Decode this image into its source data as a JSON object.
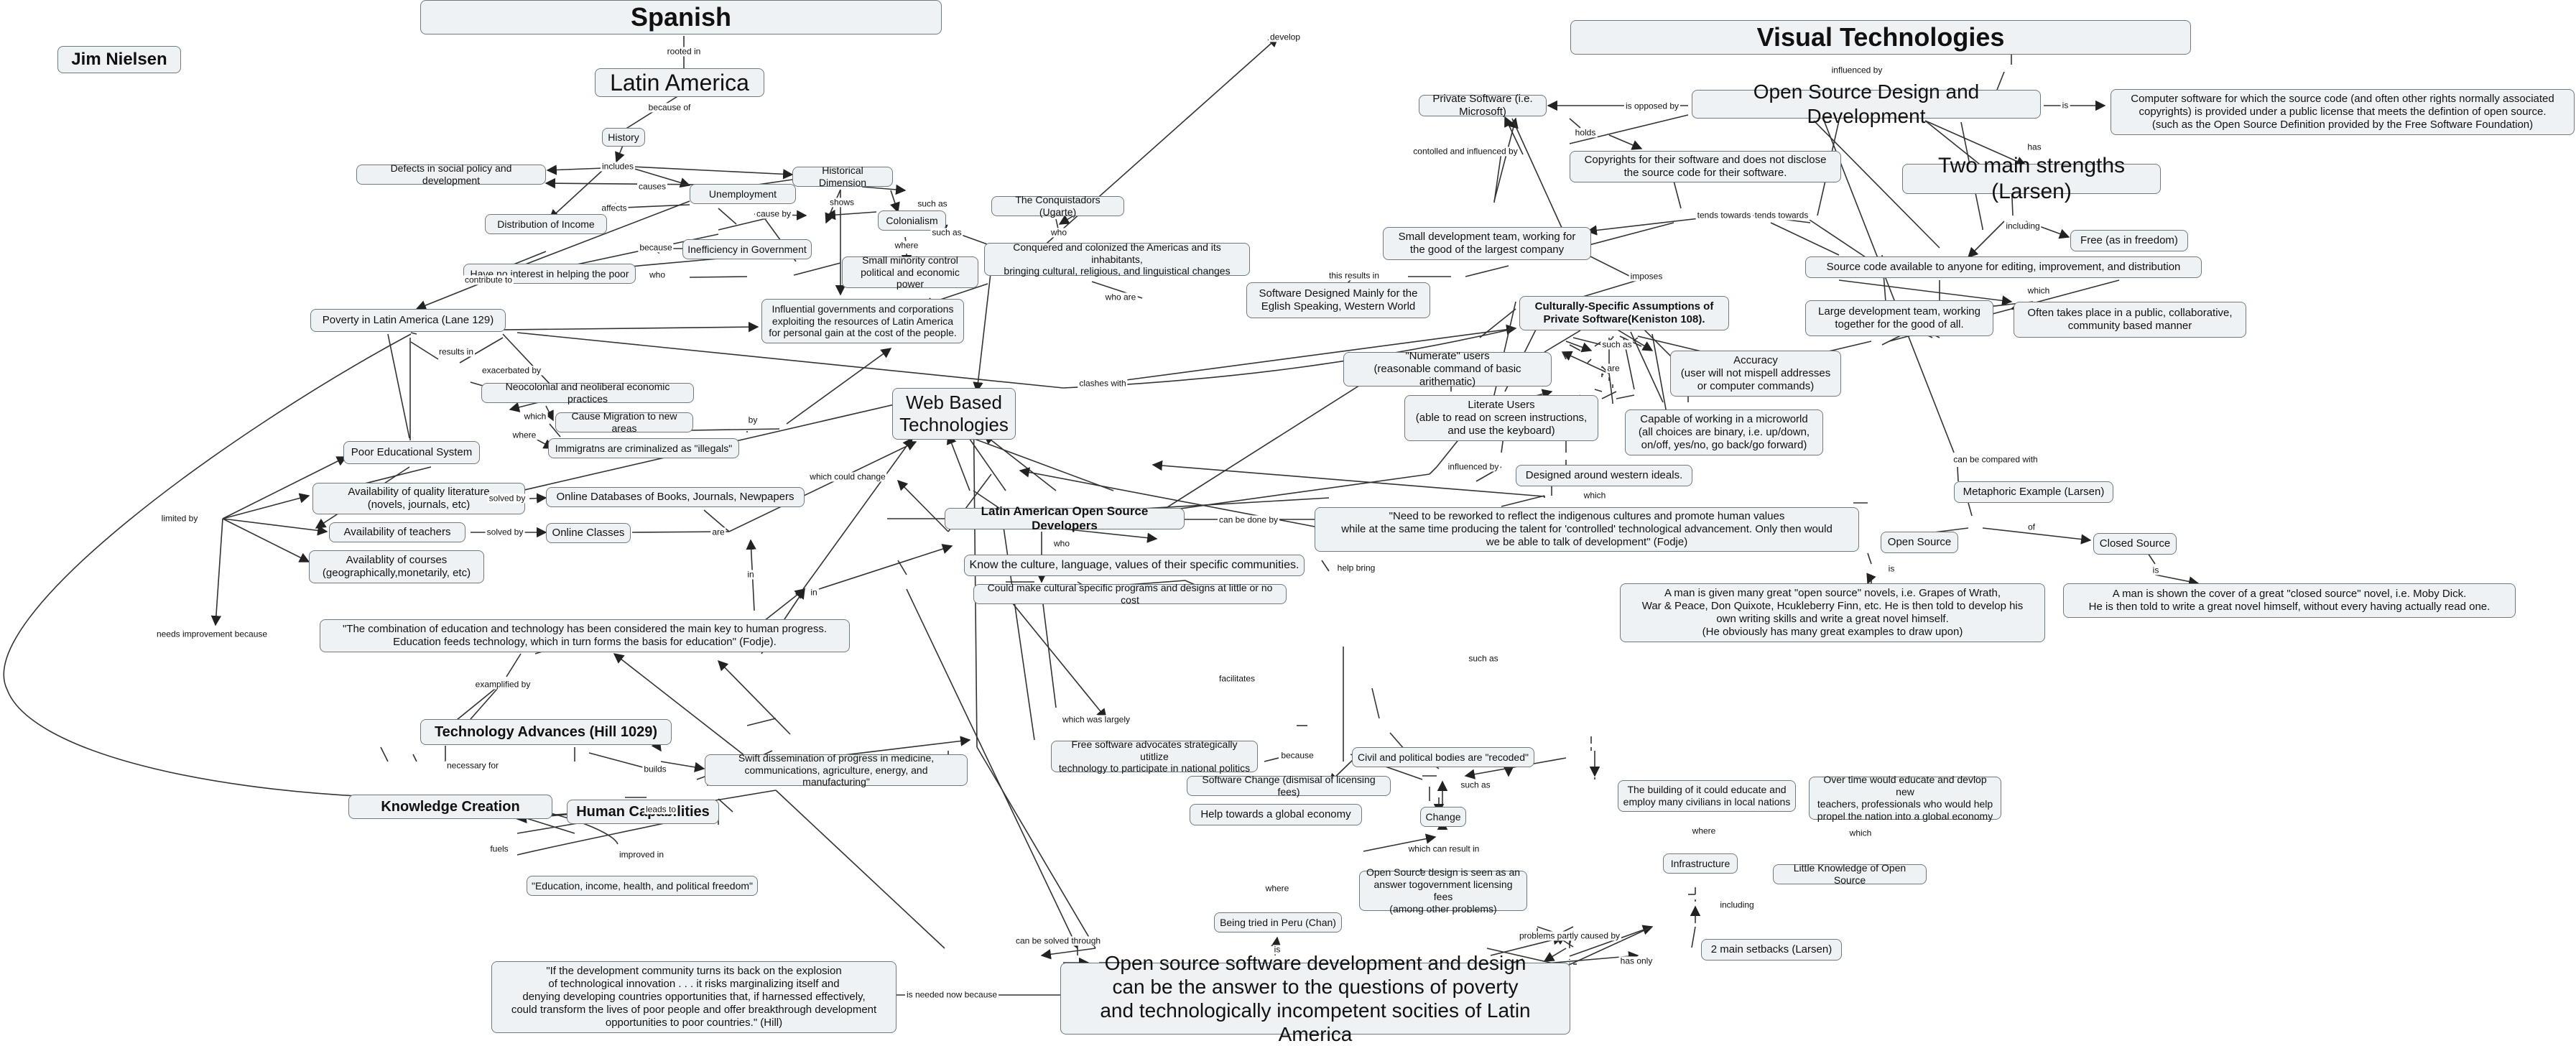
{
  "author": "Jim Nielsen",
  "nodes": {
    "spanish": "Spanish",
    "latin_america": "Latin America",
    "history": "History",
    "defects": "Defects in social policy and development",
    "distribution": "Distribution of Income",
    "unemployment": "Unemployment",
    "historical_dimension": "Historical Dimension",
    "conquistadors": "The Conquistadors (Ugarte)",
    "colonialism": "Colonialism",
    "inefficiency": "Inefficiency in Government",
    "no_interest": "Have no interest in helping the poor",
    "minority": "Small minority control\npolitical and economic power",
    "conquered": "Conquered and colonized the Americas and its inhabitants,\nbringing cultural, religious, and linguistical changes",
    "influential": "Influential governments and corporations\nexploiting the resources of Latin America\nfor personal gain at the cost of the people.",
    "poverty": "Poverty in Latin America (Lane 129)",
    "neocolonial": "Neocolonial and neoliberal economic practices",
    "migration": "Cause Migration to new areas",
    "immigrants": "Immigratns are criminalized as \"illegals\"",
    "poor_education": "Poor Educational System",
    "literature": "Availability of quality literature\n(novels, journals, etc)",
    "teachers": "Availability of  teachers",
    "courses": "Availablity of courses\n(geographically,monetarily, etc)",
    "online_db": "Online Databases of Books, Journals, Newpapers",
    "online_classes": "Online Classes",
    "web_based": "Web Based\nTechnologies",
    "combination": "\"The combination of education and technology has been considered the main key to human progress.\nEducation feeds technology, which in turn forms the basis for education\" (Fodje).",
    "tech_advances": "Technology Advances (Hill 1029)",
    "knowledge": "Knowledge Creation",
    "human_cap": "Human Capabilities",
    "swift": "Swift dissemination of progress in medicine,\ncommunications, agriculture, energy, and manufacturing\"",
    "education_income": "\"Education, income, health, and political freedom\"",
    "hill_quote": "\"If the development community turns its back on the explosion\nof technological innovation . . . it risks marginalizing itself and\ndenying developing countries opportunities that, if harnessed effectively,\ncould transform the lives of poor people and offer breakthrough development\nopportunities to poor countries.\" (Hill)",
    "open_source_answer": "Open source software development and design\ncan be the answer to the questions of poverty\nand technologically incompetent socities of Latin America",
    "visual_tech": "Visual Technologies",
    "osdd": "Open Source Design and Development",
    "private_sw": "Private Software (i.e. Microsoft)",
    "copyrights": "Copyrights for their software and does not disclose\nthe source code for their software.",
    "computer_sw": "Computer software for which the source code (and often other rights normally associated\ncopyrights) is provided under a public license that meets the defintion of open source.\n(such as the Open Source Definition provided by the Free Software Foundation)",
    "two_strengths": "Two main strengths (Larsen)",
    "free": "Free (as in freedom)",
    "source_code": "Source code available to anyone for editing, improvement, and distribution",
    "small_dev": "Small development team, working for\nthe good of the largest company",
    "sw_english": "Software Designed Mainly for the\nEglish Speaking, Western World",
    "cultural": "Culturally-Specific Assumptions of\nPrivate Software(Keniston 108).",
    "large_dev": "Large development team, working\ntogether for the good of all.",
    "often_public": "Often takes place in a public, collaborative,\ncommunity based manner",
    "numerate": "\"Numerate\" users\n(reasonable command of basic arithematic)",
    "accuracy": "Accuracy\n(user will not mispell addresses\nor computer commands)",
    "literate": "Literate Users\n(able to read on screen instructions,\nand use the keyboard)",
    "microworld": "Capable of working in a microworld\n(all choices are binary, i.e. up/down,\non/off,  yes/no, go back/go forward)",
    "western": "Designed around western ideals.",
    "metaphoric": "Metaphoric Example (Larsen)",
    "open_source": "Open Source",
    "closed_source": "Closed Source",
    "man_open": "A man is given many great \"open source\" novels, i.e. Grapes of Wrath,\nWar & Peace, Don Quixote, Hcukleberry Finn, etc.  He is then told to develop his\nown writing skills and write a great novel himself.\n(He obviously has many great examples to draw upon)",
    "man_closed": "A man  is shown the cover of a great \"closed source\" novel, i.e. Moby Dick.\nHe is then told to write a great novel himself, without every  having actually read one.",
    "laod": "Latin American Open Source Developers",
    "reworked": "\"Need to be reworked to reflect the indigenous cultures and promote human values\nwhile at the same time producing the talent for 'controlled' technological advancement. Only then would\nwe be able to talk of development\" (Fodje)",
    "know_culture": "Know the culture, language, values of their specific communities.",
    "cultural_programs": "Could make cultural specific programs and designs at little or no cost",
    "free_sw_advocates": "Free software advocates strategically utitlize\ntechnology to participate in national politics",
    "civil": "Civil and political bodies are \"recoded\"",
    "sw_change": "Software Change (dismisal of licensing fees)",
    "global_economy": "Help towards a global economy",
    "change": "Change",
    "os_answer": "Open Source design is seen as an\nanswer togovernment licensing fees\n(among other problems)",
    "peru": "Being tried in Peru (Chan)",
    "setbacks": "2 main setbacks (Larsen)",
    "infrastructure": "Infrastructure",
    "little_knowledge": "Little Knowledge of Open Source",
    "building": "The building of it could educate and\nemploy many civilians in local nations",
    "over_time": "Over time would educate and devlop new\nteachers, professionals who would help\npropel the nation into a global economy"
  },
  "labels": {
    "rooted_in": "rooted in",
    "because_of": "because of",
    "includes": "includes",
    "causes": "causes",
    "affects": "affects",
    "cause_by": "cause by",
    "shows": "shows",
    "such_as": "such as",
    "who": "who",
    "where": "where",
    "because": "because",
    "contribute_to": "contribute to",
    "results_in": "results in",
    "exacerbated_by": "exacerbated by",
    "which": "which",
    "by": "by",
    "who_are": "who are",
    "clashes_with": "clashes with",
    "develop": "develop",
    "limited_by": "limited by",
    "solved_by": "solved by",
    "are": "are",
    "which_could_change": "which could change",
    "in": "in",
    "needs_improvement": "needs improvement because",
    "exemplified_by": "examplified by",
    "necessary_for": "necessary for",
    "builds": "builds",
    "leads_to": "leads to",
    "fuels": "fuels",
    "improved_in": "improved in",
    "can_be_solved": "can be solved through",
    "is_needed_now": "is needed now because",
    "influenced_by": "influenced by",
    "is_opposed_by": "is opposed by",
    "is": "is",
    "holds": "holds",
    "has": "has",
    "including": "including",
    "tends_towards": "tends towards",
    "controlled_by": "contolled and influenced by",
    "this_results_in": "this results in",
    "imposes": "imposes",
    "can_be_compared": "can be compared with",
    "of": "of",
    "can_be_done_by": "can be done by",
    "help_bring": "help bring",
    "which_was_largely": "which was largely",
    "facilitates": "facilitates",
    "which_can_result": "which can result in",
    "problems_caused": "problems partly caused by",
    "has_only": "has only"
  }
}
